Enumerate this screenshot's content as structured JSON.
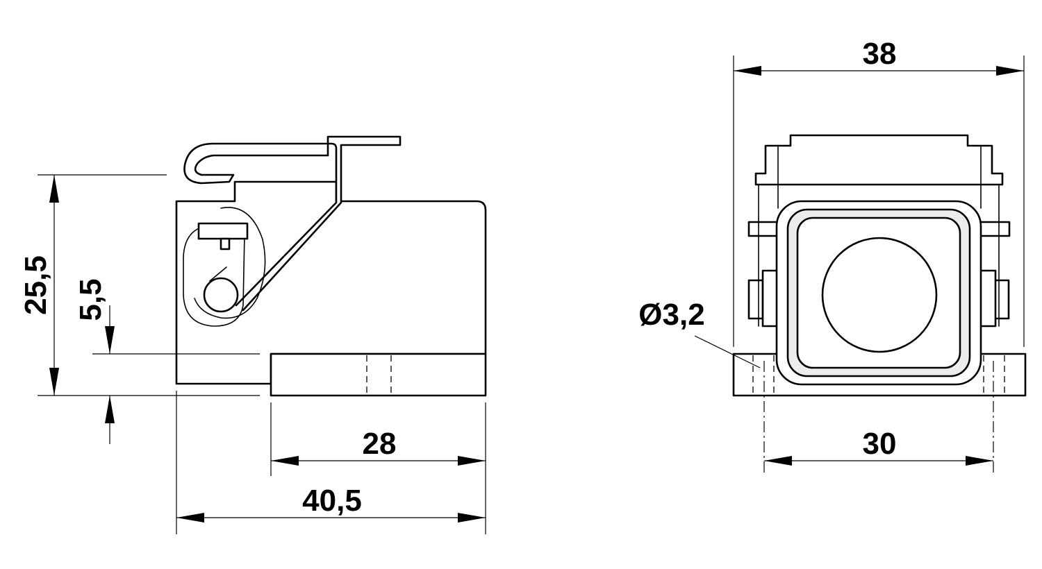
{
  "drawing": {
    "side_view": {
      "dim_overall_height": "25,5",
      "dim_base_height": "5,5",
      "dim_base_length": "28",
      "dim_overall_length": "40,5"
    },
    "front_view": {
      "dim_overall_width": "38",
      "dim_hole_diameter": "Ø3,2",
      "dim_hole_spacing": "30"
    }
  },
  "colors": {
    "line": "#000000",
    "background": "#ffffff",
    "fill_grey": "#ededed"
  }
}
